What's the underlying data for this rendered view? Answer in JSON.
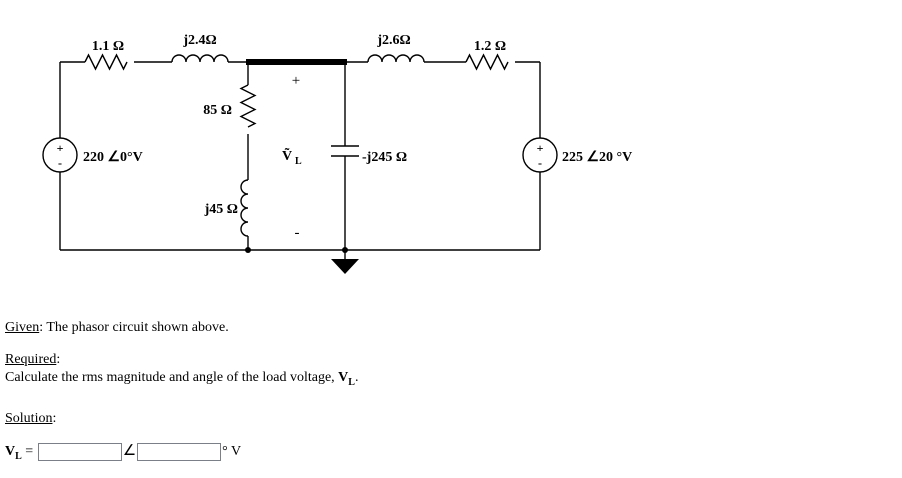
{
  "colors": {
    "ink": "#000000",
    "background": "#ffffff"
  },
  "circuit": {
    "labels": {
      "r_top_left": "1.1 Ω",
      "l_top_left": "j2.4Ω",
      "l_top_right": "j2.6Ω",
      "r_top_right": "1.2 Ω",
      "r_shunt": "85 Ω",
      "l_shunt": "j45 Ω",
      "c_shunt": "-j245 Ω",
      "source_left": "220 ∠0°V",
      "source_right": "225 ∠20 °V",
      "vload_main": "Ṽ",
      "vload_sub": "L",
      "vload_plus": "+",
      "vload_minus": "-",
      "source_plus": "+",
      "source_minus": "-"
    }
  },
  "problem": {
    "given": {
      "label": "Given",
      "text": ": The phasor circuit shown above."
    },
    "required": {
      "label": "Required",
      "colon": ":",
      "text": "Calculate the rms magnitude and angle of the load voltage, ",
      "var_main": "V",
      "var_sub": "L",
      "period": "."
    },
    "solution": {
      "label": "Solution",
      "colon": ":"
    },
    "answer": {
      "var_main": "V",
      "var_sub": "L",
      "equals": " = ",
      "magnitude_value": "",
      "angle_symbol": "∠",
      "angle_value": "",
      "unit": "° V"
    }
  }
}
